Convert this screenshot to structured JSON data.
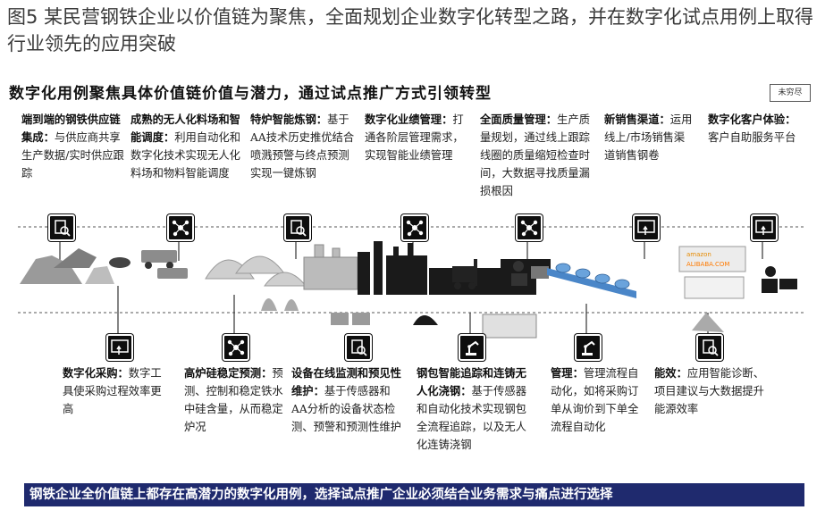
{
  "title": "图5 某民营钢铁企业以价值链为聚焦，全面规划企业数字化转型之路，并在数字化试点用例上取得行业领先的应用突破",
  "subtitle": "数字化用例聚焦具体价值链价值与潜力，通过试点推广方式引领转型",
  "stamp": "未穷尽",
  "top_items": [
    {
      "head": "端到端的钢铁供应链集成：",
      "body": "与供应商共享生产数据/实时供应跟踪"
    },
    {
      "head": "成熟的无人化料场和智能调度：",
      "body": "利用自动化和数字化技术实现无人化料场和物料智能调度"
    },
    {
      "head": "特炉智能炼钢：",
      "body": "基于AA技术历史推优结合喷溅预警与终点预测实现一键炼钢"
    },
    {
      "head": "数字化业绩管理：",
      "body": "打通各阶层管理需求，实现智能业绩管理"
    },
    {
      "head": "全面质量管理：",
      "body": "生产质量规划，通过线上跟踪线圈的质量缩短检查时间，大数据寻找质量漏损根因"
    },
    {
      "head": "新销售渠道：",
      "body": "运用线上/市场销售渠道销售钢卷"
    },
    {
      "head": "数字化客户体验：",
      "body": "客户自助服务平台"
    }
  ],
  "bottom_items": [
    {
      "head": "数字化采购：",
      "body": "数字工具使采购过程效率更高"
    },
    {
      "head": "高炉硅稳定预测：",
      "body": "预测、控制和稳定铁水中硅含量，从而稳定炉况"
    },
    {
      "head": "设备在线监测和预见性维护：",
      "body": "基于传感器和AA分析的设备状态检测、预警和预测性维护"
    },
    {
      "head": "钢包智能追踪和连铸无人化浇钢：",
      "body": "基于传感器和自动化技术实现钢包全流程追踪，以及无人化连铸浇钢"
    },
    {
      "head": "管理：",
      "body": "管理流程自动化，如将采购订单从询价到下单全流程自动化"
    },
    {
      "head": "能效：",
      "body": "应用智能诊断、项目建议与大数据提升能源效率"
    }
  ],
  "screen_labels": {
    "brand1": "amazon",
    "brand2": "ALIBABA.COM"
  },
  "footer": "钢铁企业全价值链上都存在高潜力的数字化用例，选择试点推广企业必须结合业务需求与痛点进行选择"
}
